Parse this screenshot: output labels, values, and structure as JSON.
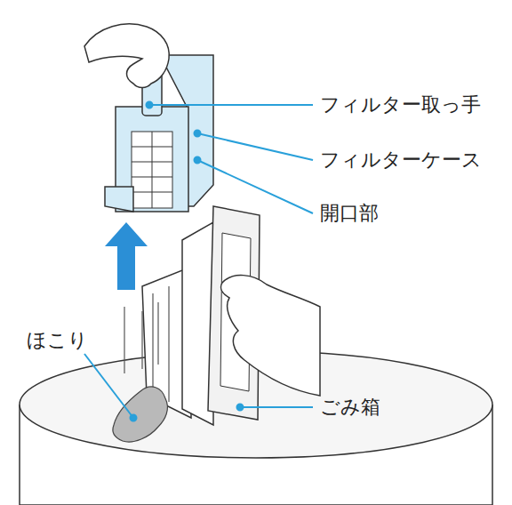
{
  "diagram": {
    "labels": [
      "フィルター取っ手",
      "フィルターケース",
      "開口部",
      "ほこり",
      "ごみ箱"
    ]
  }
}
